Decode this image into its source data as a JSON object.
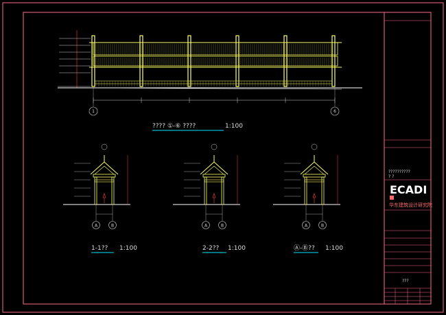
{
  "drawing": {
    "main_title": "???? ①-⑥ ????",
    "main_scale": "1:100",
    "main_axis_start": "1",
    "main_axis_end": "6",
    "sections": [
      {
        "title": "1-1??",
        "scale": "1:100",
        "axes": [
          "A",
          "B"
        ]
      },
      {
        "title": "2-2??",
        "scale": "1:100",
        "axes": [
          "A",
          "B"
        ]
      },
      {
        "title": "Ⓐ-Ⓑ??",
        "scale": "1:100",
        "axes": [
          "A",
          "B"
        ]
      }
    ]
  },
  "title_block": {
    "stamp_text": "??????????",
    "stamp_sub": "? ?",
    "logo": "ECADI",
    "company_cn": "华东建筑设计研究院",
    "sheet_name": "???"
  },
  "colors": {
    "frame": "#ff6b8a",
    "structure": "#ffff66",
    "dimension": "#ff4040",
    "text": "#dddddd",
    "highlight": "#00e5ff"
  }
}
